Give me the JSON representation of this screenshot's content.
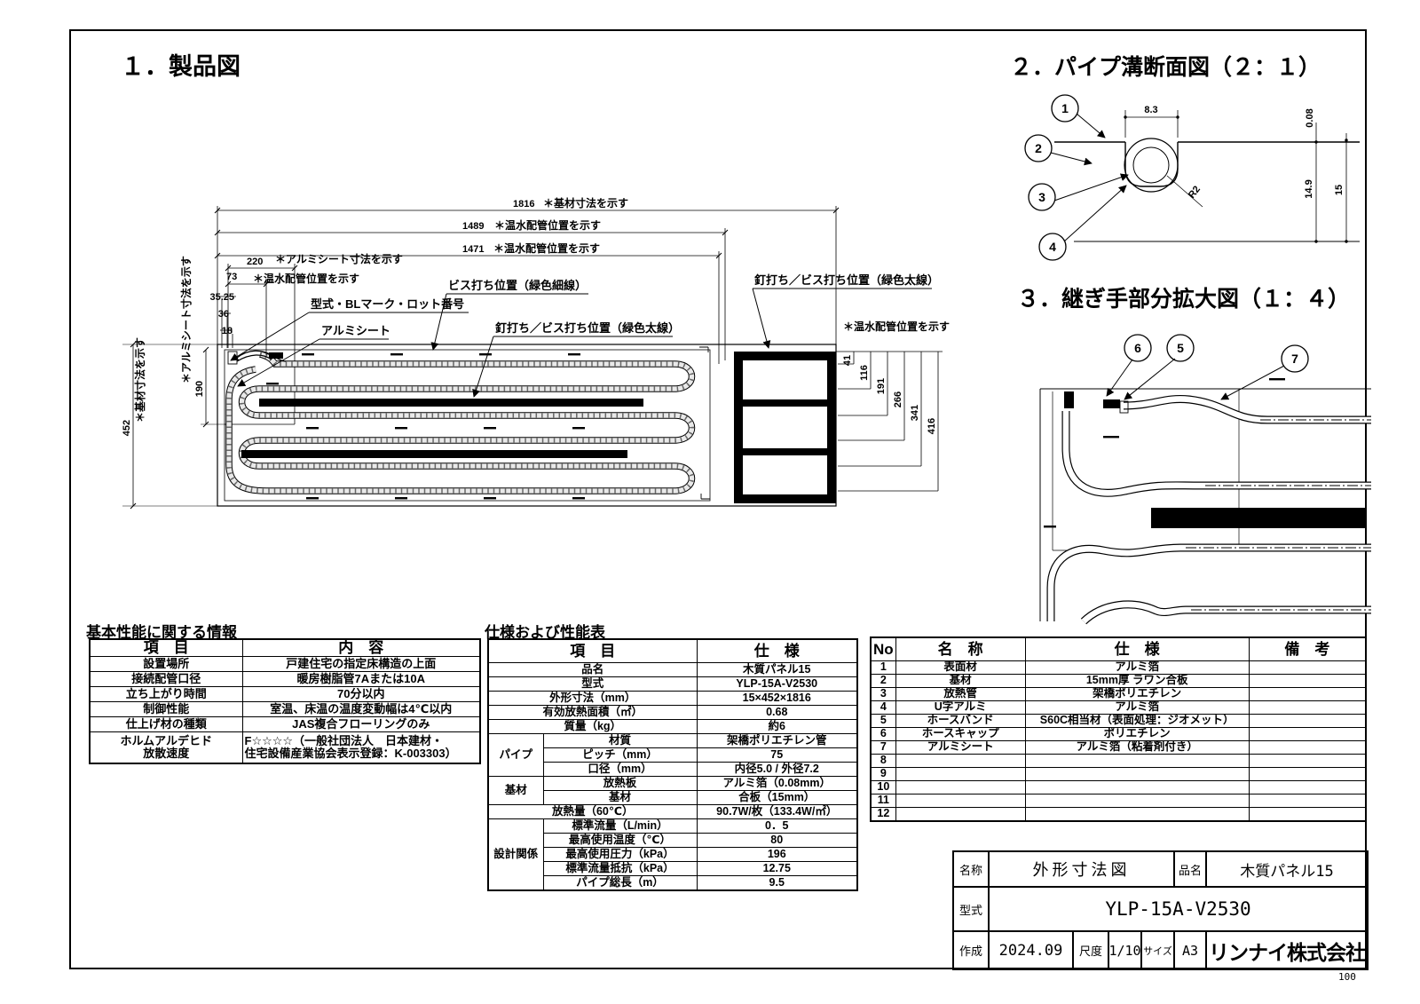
{
  "page": {
    "number": "100"
  },
  "titles": {
    "s1": "１．製品図",
    "s2": "２．パイプ溝断面図（２：１）",
    "s3": "３．継ぎ手部分拡大図（１：４）"
  },
  "product": {
    "dim_1816": "1816",
    "note_1816": "＊基材寸法を示す",
    "dim_1489": "1489",
    "note_1489": "＊温水配管位置を示す",
    "dim_1471": "1471",
    "note_1471": "＊温水配管位置を示す",
    "dim_220": "220",
    "note_220": "＊アルミシート寸法を示す",
    "dim_73": "73",
    "note_73": "＊温水配管位置を示す",
    "dim_3525": "35.25",
    "dim_36": "36",
    "dim_18": "18",
    "dim_452": "452",
    "note_452": "＊基材寸法を示す",
    "dim_190": "190",
    "note_190": "＊アルミシート寸法を示す",
    "right_note": "＊温水配管位置を示す",
    "right_dims": [
      "41",
      "116",
      "191",
      "266",
      "341",
      "416"
    ],
    "label_screw_thin": "ビス打ち位置（緑色細線）",
    "label_model": "型式・BLマーク・ロット番号",
    "label_alumisheet": "アルミシート",
    "label_nail_mid": "釘打ち／ビス打ち位置（緑色太線）",
    "label_nail_right": "釘打ち／ビス打ち位置（緑色太線）"
  },
  "cross_section": {
    "balloon_1": "1",
    "balloon_2": "2",
    "balloon_3": "3",
    "balloon_4": "4",
    "dim_width": "8.3",
    "dim_thickness": "0.08",
    "dim_depth": "14.9",
    "dim_total": "15",
    "dim_radius": "R2"
  },
  "joint": {
    "balloon_5": "5",
    "balloon_6": "6",
    "balloon_7": "7"
  },
  "basic_table": {
    "title": "基本性能に関する情報",
    "col_item": "項　目",
    "col_content": "内　容",
    "rows": [
      {
        "item": "設置場所",
        "content": "戸建住宅の指定床構造の上面"
      },
      {
        "item": "接続配管口径",
        "content": "暖房樹脂管7Aまたは10A"
      },
      {
        "item": "立ち上がり時間",
        "content": "70分以内"
      },
      {
        "item": "制御性能",
        "content": "室温、床温の温度変動幅は4℃以内"
      },
      {
        "item": "仕上げ材の種類",
        "content": "JAS複合フローリングのみ"
      }
    ],
    "last_row": {
      "item1": "ホルムアルデヒド",
      "item2": "放散速度",
      "content1": "F☆☆☆☆（一般社団法人　日本建材・",
      "content2": "住宅設備産業協会表示登録：K-003303）"
    }
  },
  "spec_table": {
    "title": "仕様および性能表",
    "col_item": "項　目",
    "col_spec": "仕　様",
    "rows_plain": [
      {
        "item": "品名",
        "value": "木質パネル15"
      },
      {
        "item": "型式",
        "value": "YLP-15A-V2530"
      },
      {
        "item": "外形寸法（mm）",
        "value": "15×452×1816"
      },
      {
        "item": "有効放熱面積（㎡）",
        "value": "0.68"
      },
      {
        "item": "質量（kg）",
        "value": "約6"
      }
    ],
    "group_pipe": {
      "name": "パイプ",
      "rows": [
        {
          "item": "材質",
          "value": "架橋ポリエチレン管"
        },
        {
          "item": "ピッチ（mm）",
          "value": "75"
        },
        {
          "item": "口径（mm）",
          "value": "内径5.0 / 外径7.2"
        }
      ]
    },
    "group_base": {
      "name": "基材",
      "rows": [
        {
          "item": "放熱板",
          "value": "アルミ箔（0.08mm）"
        },
        {
          "item": "基材",
          "value": "合板（15mm）"
        }
      ]
    },
    "row_heat": {
      "item": "放熱量（60℃）",
      "value": "90.7W/枚（133.4W/㎡）"
    },
    "group_design": {
      "name": "設計関係",
      "rows": [
        {
          "item": "標準流量（L/min）",
          "value": "0．5"
        },
        {
          "item": "最高使用温度（℃）",
          "value": "80"
        },
        {
          "item": "最高使用圧力（kPa）",
          "value": "196"
        },
        {
          "item": "標準流量抵抗（kPa）",
          "value": "12.75"
        },
        {
          "item": "パイプ総長（m）",
          "value": "9.5"
        }
      ]
    }
  },
  "parts_table": {
    "col_no": "No",
    "col_name": "名　称",
    "col_spec": "仕　様",
    "col_note": "備　考",
    "rows": [
      {
        "no": "1",
        "name": "表面材",
        "spec": "アルミ箔",
        "note": ""
      },
      {
        "no": "2",
        "name": "基材",
        "spec": "15mm厚 ラワン合板",
        "note": ""
      },
      {
        "no": "3",
        "name": "放熱管",
        "spec": "架橋ポリエチレン",
        "note": ""
      },
      {
        "no": "4",
        "name": "U字アルミ",
        "spec": "アルミ箔",
        "note": ""
      },
      {
        "no": "5",
        "name": "ホースバンド",
        "spec": "S60C相当材（表面処理：ジオメット）",
        "note": ""
      },
      {
        "no": "6",
        "name": "ホースキャップ",
        "spec": "ポリエチレン",
        "note": ""
      },
      {
        "no": "7",
        "name": "アルミシート",
        "spec": "アルミ箔（粘着剤付き）",
        "note": ""
      },
      {
        "no": "8",
        "name": "",
        "spec": "",
        "note": ""
      },
      {
        "no": "9",
        "name": "",
        "spec": "",
        "note": ""
      },
      {
        "no": "10",
        "name": "",
        "spec": "",
        "note": ""
      },
      {
        "no": "11",
        "name": "",
        "spec": "",
        "note": ""
      },
      {
        "no": "12",
        "name": "",
        "spec": "",
        "note": ""
      }
    ]
  },
  "title_block": {
    "name_label": "名称",
    "name_value": "外形寸法図",
    "product_label": "品名",
    "product_value": "木質パネル15",
    "model_label": "型式",
    "model_value": "YLP-15A-V2530",
    "date_label": "作成",
    "date_value": "2024.09",
    "scale_label": "尺度",
    "scale_value": "1/10",
    "size_label": "サイズ",
    "size_value": "A3",
    "company": "リンナイ株式会社"
  }
}
